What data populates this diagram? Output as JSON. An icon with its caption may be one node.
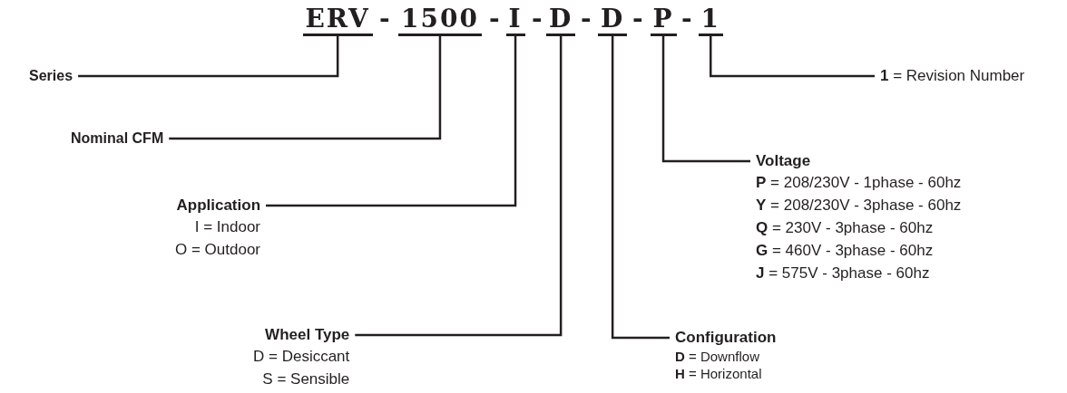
{
  "diagram": {
    "nodes": [
      {
        "text": [
          "ERV"
        ]
      },
      {
        "text": [
          "1500"
        ]
      },
      {
        "text": [
          "I"
        ]
      },
      {
        "text": [
          "D"
        ]
      },
      {
        "text": [
          "D"
        ]
      },
      {
        "text": [
          "P"
        ]
      },
      {
        "text": [
          "1"
        ]
      },
      {
        "text": [
          "Series"
        ]
      },
      {
        "text": [
          "**1** = Revision Number"
        ]
      },
      {
        "text": [
          "Nominal CFM"
        ]
      },
      {
        "text": [
          "Voltage",
          "**P** = 208/230V - 1phase - 60hz",
          "**Y** = 208/230V - 3phase - 60hz",
          "**Q** = 230V - 3phase - 60hz",
          "**G** = 460V - 3phase - 60hz",
          "**J** = 575V - 3phase - 60hz"
        ]
      },
      {
        "text": [
          "Application",
          "I = Indoor",
          "O = Outdoor"
        ]
      },
      {
        "text": [
          "Wheel Type",
          "D = Desiccant",
          "S = Sensible"
        ]
      },
      {
        "text": [
          "Configuration",
          "**D** = Downflow",
          "**H** = Horizontal"
        ]
      }
    ],
    "edges": [
      {
        "from": 7,
        "to": 0,
        "arrow": "none"
      },
      {
        "from": 8,
        "to": 6,
        "arrow": "none"
      },
      {
        "from": 9,
        "to": 1,
        "arrow": "none"
      },
      {
        "from": 10,
        "to": 5,
        "arrow": "none"
      },
      {
        "from": 11,
        "to": 2,
        "arrow": "none"
      },
      {
        "from": 12,
        "to": 3,
        "arrow": "none"
      },
      {
        "from": 13,
        "to": 4,
        "arrow": "none"
      }
    ],
    "labels": [
      "-",
      "-",
      "-",
      "-",
      "-",
      "-"
    ]
  }
}
